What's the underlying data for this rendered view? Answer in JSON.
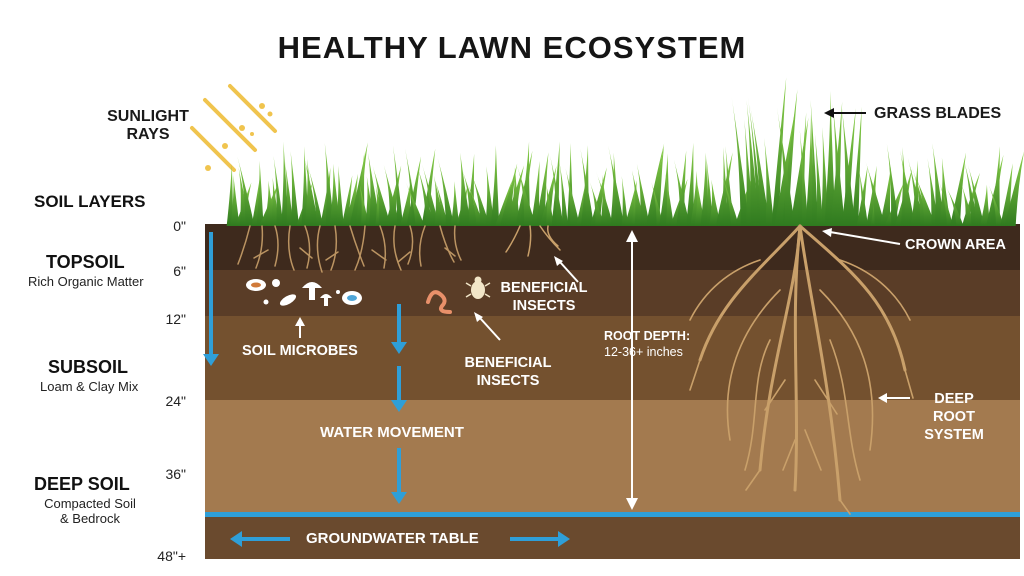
{
  "title": "HEALTHY LAWN ECOSYSTEM",
  "labels": {
    "sunlight": "SUNLIGHT RAYS",
    "grass_blades": "GRASS BLADES",
    "soil_layers": "SOIL LAYERS",
    "crown_area": "CROWN AREA",
    "beneficial_insects_top": "BENEFICIAL INSECTS",
    "beneficial_insects_mid": "BENEFICIAL INSECTS",
    "soil_microbes": "SOIL MICROBES",
    "water_movement": "WATER MOVEMENT",
    "root_depth_title": "ROOT DEPTH:",
    "root_depth_value": "12-36+ inches",
    "deep_root_system": "DEEP ROOT SYSTEM",
    "groundwater_table": "GROUNDWATER TABLE"
  },
  "layers": [
    {
      "name": "TOPSOIL",
      "description": "Rich Organic Matter"
    },
    {
      "name": "SUBSOIL",
      "description": "Loam & Clay Mix"
    },
    {
      "name": "DEEP SOIL",
      "description": "Compacted Soil & Bedrock"
    }
  ],
  "depth_markers": [
    "0\"",
    "6\"",
    "12\"",
    "24\"",
    "36\"",
    "48\"+"
  ],
  "colors": {
    "topsoil_dark": "#3e2a1d",
    "topsoil": "#5a3d27",
    "subsoil": "#74512f",
    "deep_soil": "#a37a4f",
    "bottom_soil": "#6a4a2e",
    "water_arrow": "#2f9fd8",
    "groundwater": "#2f9fd8",
    "grass": "#4d9e2e",
    "roots": "#c9a06a",
    "sun": "#f0c44e"
  },
  "icons": [
    "sun-rays-icon",
    "microbe-icons",
    "earthworm-icon",
    "beetle-icon",
    "arrow-icons"
  ]
}
